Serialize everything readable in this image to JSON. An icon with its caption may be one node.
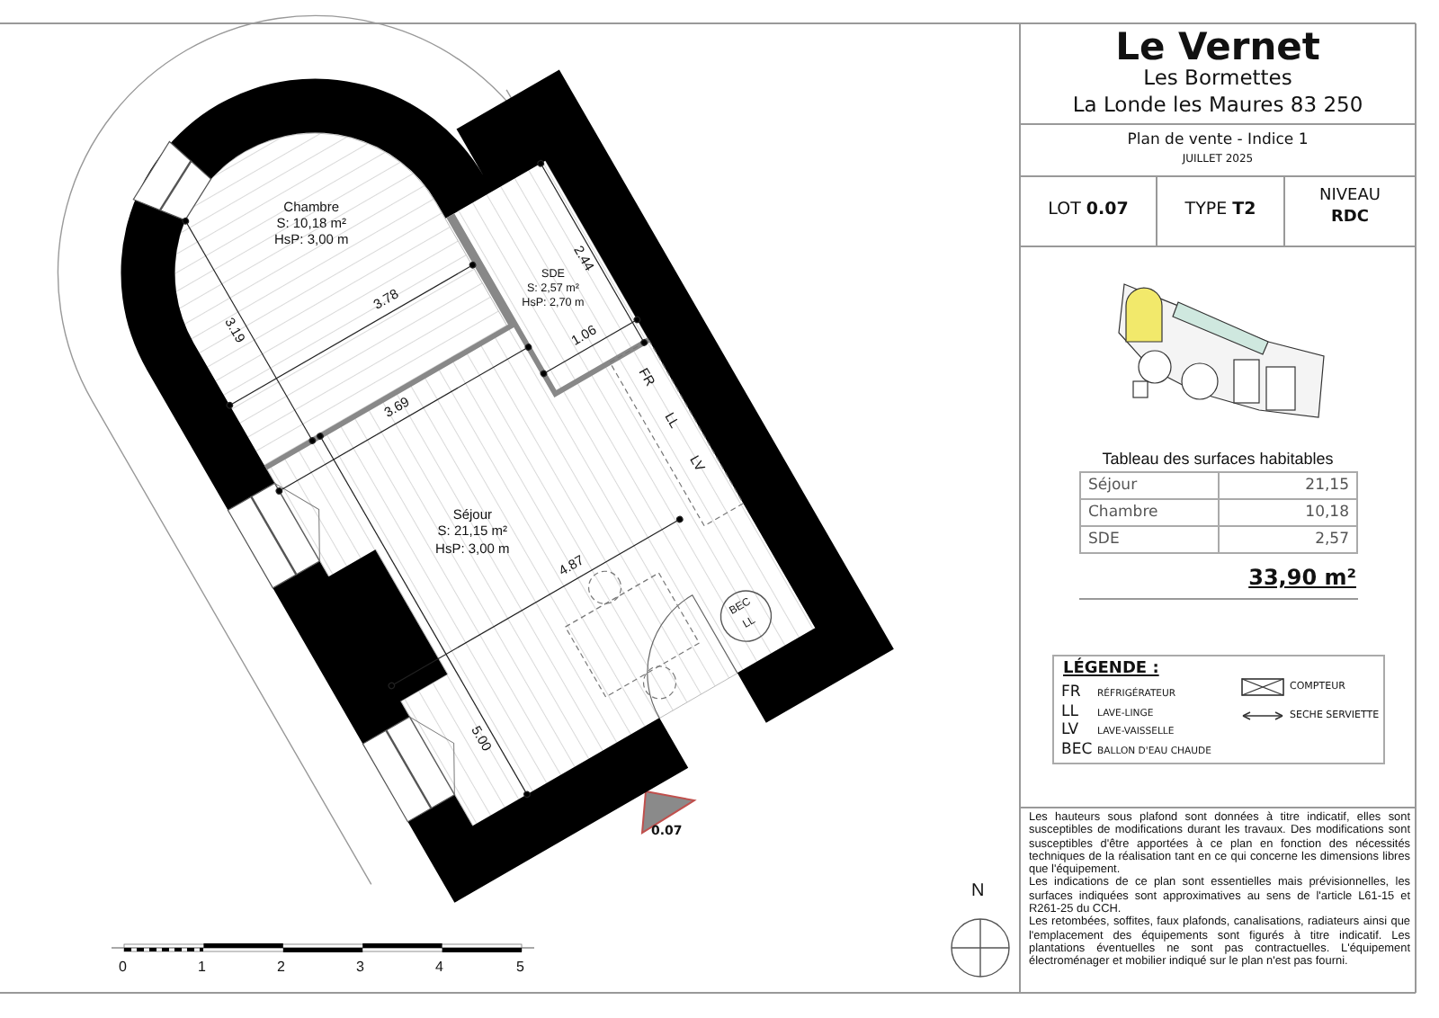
{
  "diagram": {
    "title": "Le Vernet",
    "nodes": [
      {
        "text": [
          "Chambre",
          "S: 10,18 m²",
          "HsP: 3,00 m"
        ]
      },
      {
        "text": [
          "SDE",
          "S: 2,57 m²",
          "HsP: 2,70 m"
        ]
      },
      {
        "text": [
          "Séjour",
          "S: 21,15 m²",
          "HsP: 3,00 m"
        ]
      }
    ],
    "labels": [
      "Les Bormettes",
      "La Londe les Maures 83 250",
      "Plan de vente - Indice 1",
      "JUILLET 2025",
      "LOT **0.07**",
      "TYPE **T2**",
      "NIVEAU",
      "RDC",
      "Tableau des surfaces habitables",
      "Séjour",
      "21,15",
      "Chambre",
      "10,18",
      "SDE",
      "2,57",
      "33,90 m²",
      "LÉGENDE :",
      "FR",
      "RÉFRIGÉRATEUR",
      "LL",
      "LAVE-LINGE",
      "LV",
      "LAVE-VAISSELLE",
      "BEC",
      "BALLON D'EAU CHAUDE",
      "Les hauteurs sous plafond sont données à titre indicatif, elles sont susceptibles de modifications durant les travaux. Des modifications sont susceptibles d'être apportées à ce plan en fonction des nécessités techniques de la réalisation tant en ce qui concerne les dimensions libres que l'équipement.",
      "Les indications de ce plan sont essentielles mais prévisionnelles, les surfaces indiquées sont approximatives au sens de l'article L61-15 et R261-25 du CCH.",
      "Les retombées, soffites, faux plafonds, canalisations, radiateurs ainsi que l'emplacement des équipements sont figurés à titre indicatif. Les plantations éventuelles ne sont pas contractuelles. L'équipement électroménager et mobilier indiqué sur le plan n'est pas fourni.",
      "3.19",
      "3.78",
      "2.44",
      "1.06",
      "3.69",
      "4.87",
      "5.00",
      "FR",
      "LL",
      "LV",
      "BEC",
      "LL",
      "0.07",
      "0",
      "1",
      "2",
      "3",
      "4",
      "5",
      "N"
    ],
    "legend": [
      {
        "text": "COMPTEUR"
      },
      {
        "text": "SECHE SERVIETTE"
      }
    ]
  }
}
